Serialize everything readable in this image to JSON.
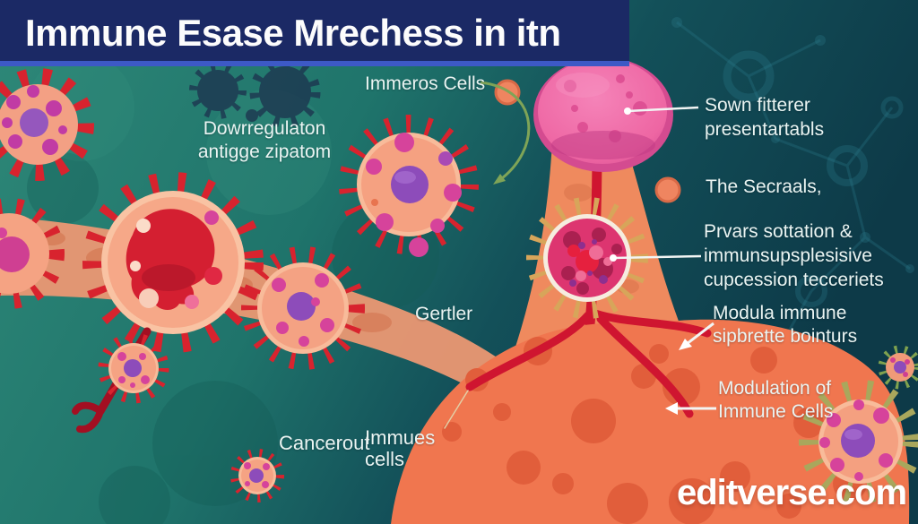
{
  "title": "Immune Esase Mrechess in itn",
  "labels": {
    "downregulation_line1": "Dowrregulaton",
    "downregulation_line2": "antigge zipatom",
    "immeros_cells": "Immeros Cells",
    "antigen_presentation_line1": "Sown fitterer",
    "antigen_presentation_line2": "presentartabls",
    "secretion_intro": "The Secraals,",
    "suppression_line1": "Prvars sottation &",
    "suppression_line2": "immunsupsplesisive",
    "suppression_line3": "cupcession tecceriets",
    "modulate_line1": "Modula immune",
    "modulate_line2": "sipbrette bointurs",
    "modulation_line1": "Modulation of",
    "modulation_line2": "Immune Cells",
    "gertler": "Gertler",
    "cancerout": "Cancerout",
    "immues_line1": "Immues",
    "immues_line2": "cells"
  },
  "watermark": "editverse.com",
  "colors": {
    "banner_navy": "#1b2965",
    "banner_strip_blue": "#3d59c6",
    "background_teal": "#1f746b",
    "background_dark_teal": "#0d3a48",
    "cell_body_salmon": "#f5a383",
    "spike_red": "#d8232e",
    "nucleus_purple": "#8d4cba",
    "spot_magenta": "#d6439b",
    "tumor_orange": "#f0764f",
    "vessel_red": "#cf1530",
    "sphere_pink": "#ee66a3",
    "olive_spike": "#a9a75c",
    "arrow_green": "#7fa457",
    "label_text": "#eaf4f2"
  }
}
